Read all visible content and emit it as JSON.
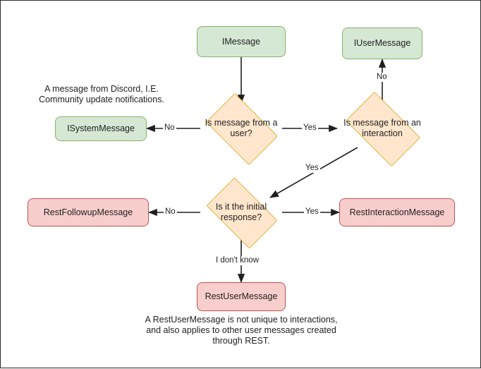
{
  "diagram": {
    "title": "Discord message type decision flowchart",
    "colors": {
      "green_fill": "#d5e8d4",
      "green_stroke": "#82b366",
      "red_fill": "#f8cecc",
      "red_stroke": "#b85450",
      "orange_fill": "#ffe6cc",
      "orange_stroke": "#d79b00",
      "edge_stroke": "#1f1f1f",
      "text": "#1f1f1f",
      "frame_border": "#2b2b2b",
      "background": "#ffffff"
    },
    "nodes": [
      {
        "id": "imessage",
        "label": "IMessage",
        "shape": "rounded-rect",
        "style": "green"
      },
      {
        "id": "iusermessage",
        "label": "IUserMessage",
        "shape": "rounded-rect",
        "style": "green"
      },
      {
        "id": "isystemmessage",
        "label": "ISystemMessage",
        "shape": "rounded-rect",
        "style": "green"
      },
      {
        "id": "restfollowupmessage",
        "label": "RestFollowupMessage",
        "shape": "rounded-rect",
        "style": "red"
      },
      {
        "id": "restinteractionmessage",
        "label": "RestInteractionMessage",
        "shape": "rounded-rect",
        "style": "red"
      },
      {
        "id": "restusermessage",
        "label": "RestUserMessage",
        "shape": "rounded-rect",
        "style": "red"
      },
      {
        "id": "q-user",
        "label": "Is message from a user?",
        "shape": "diamond",
        "style": "orange"
      },
      {
        "id": "q-interaction",
        "label": "Is message from an interaction",
        "shape": "diamond",
        "style": "orange"
      },
      {
        "id": "q-initial",
        "label": "Is it the initial response?",
        "shape": "diamond",
        "style": "orange"
      }
    ],
    "edge_labels": {
      "user_no": "No",
      "user_yes": "Yes",
      "interaction_no": "No",
      "interaction_yes": "Yes",
      "initial_no": "No",
      "initial_yes": "Yes",
      "initial_unknown": "I don't know"
    },
    "edges": [
      {
        "from": "imessage",
        "to": "q-user",
        "label": ""
      },
      {
        "from": "q-user",
        "to": "isystemmessage",
        "label": "No"
      },
      {
        "from": "q-user",
        "to": "q-interaction",
        "label": "Yes"
      },
      {
        "from": "q-interaction",
        "to": "iusermessage",
        "label": "No"
      },
      {
        "from": "q-interaction",
        "to": "q-initial",
        "label": "Yes"
      },
      {
        "from": "q-initial",
        "to": "restfollowupmessage",
        "label": "No"
      },
      {
        "from": "q-initial",
        "to": "restinteractionmessage",
        "label": "Yes"
      },
      {
        "from": "q-initial",
        "to": "restusermessage",
        "label": "I don't know"
      }
    ],
    "notes": {
      "system_message_note": "A message from Discord, I.E.\nCommunity update notifications.",
      "rest_user_message_note": "A RestUserMessage is not unique to interactions,\nand also applies to other user messages created\nthrough REST."
    }
  }
}
